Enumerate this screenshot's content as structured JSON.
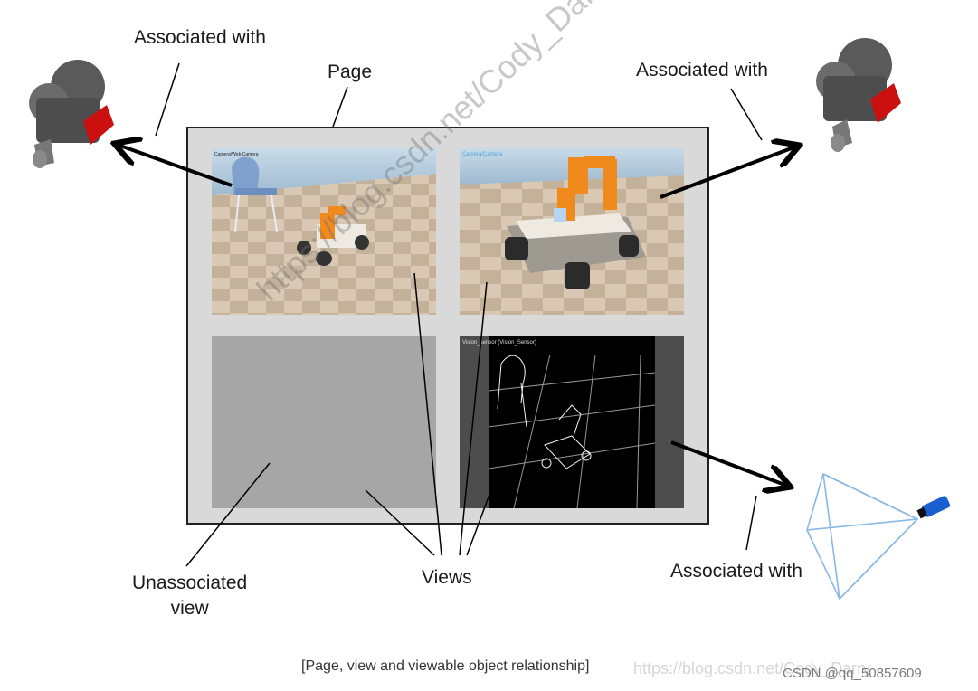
{
  "labels": {
    "associated_top_left": "Associated with",
    "page": "Page",
    "associated_top_right": "Associated with",
    "associated_bottom_right": "Associated with",
    "unassociated_line1": "Unassociated",
    "unassociated_line2": "view",
    "views": "Views"
  },
  "caption": "[Page, view and viewable object relationship]",
  "watermarks": {
    "diagonal": "https://blog.csdn.net/Cody_Darry",
    "bottom_url": "https://blog.csdn.net/Cody_Darry",
    "csdn": "CSDN @qq_50857609"
  },
  "colors": {
    "camera_body": "#5a5a5a",
    "camera_accent": "#cc1010",
    "frustum": "#8ab8e6",
    "frustum_sensor": "#1a5fd0"
  },
  "icons": [
    "camera-icon",
    "camera-icon",
    "frustum-camera-icon"
  ]
}
